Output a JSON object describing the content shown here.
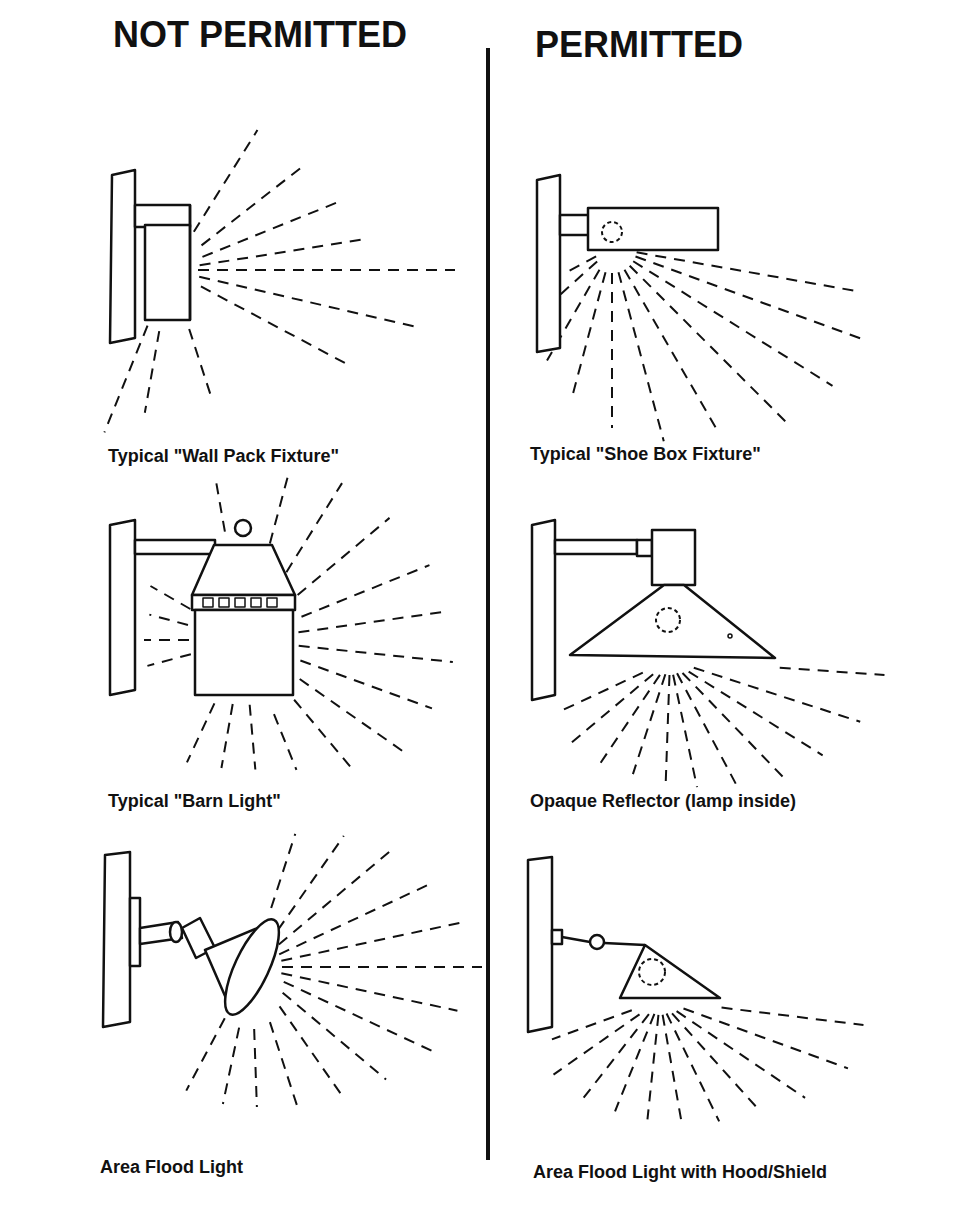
{
  "diagram": {
    "labels": [
      "NOT PERMITTED",
      "PERMITTED",
      "Typical \"Wall Pack Fixture\"",
      "Typical \"Shoe Box Fixture\"",
      "Typical \"Barn Light\"",
      "Opaque Reflector (lamp inside)",
      "Area Flood Light",
      "Area Flood Light with Hood/Shield"
    ]
  }
}
